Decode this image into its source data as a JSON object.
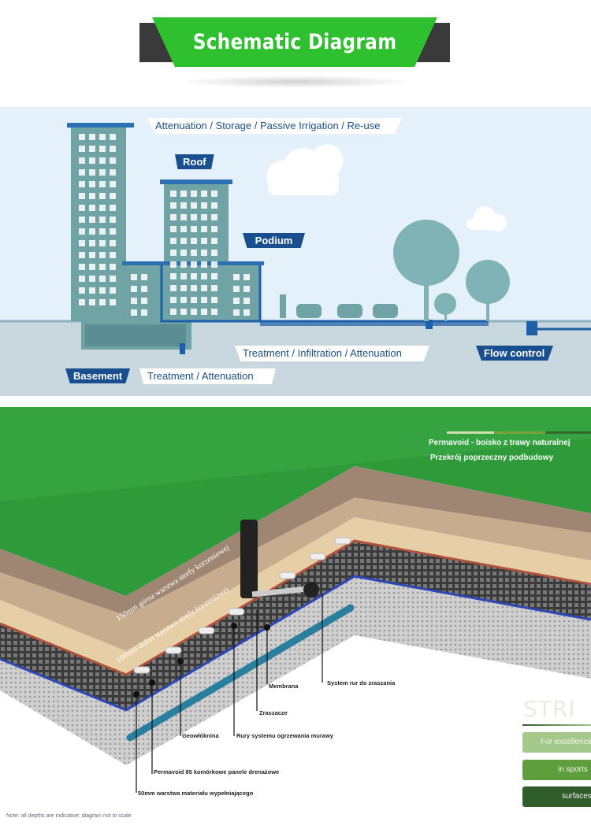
{
  "header": {
    "title": "Schematic Diagram"
  },
  "schematic": {
    "labels": {
      "attenuation_storage": "Attenuation / Storage / Passive Irrigation / Re-use",
      "roof": "Roof",
      "podium": "Podium",
      "treatment_infiltration": "Treatment / Infiltration / Attenuation",
      "flow_control": "Flow control",
      "basement": "Basement",
      "treatment_attenuation": "Treatment / Attenuation"
    },
    "colors": {
      "sky": "#e4f1fa",
      "ground": "#c9d7df",
      "building": "#6fa3a6",
      "label_blue": "#1a4f8f"
    }
  },
  "cross_section": {
    "title": "Permavoid - boisko z trawy naturalnej",
    "subtitle": "Przekrój poprzeczny podbudowy",
    "layer_labels": {
      "upper_root": "150mm górna warstwa strefy korzeniowej",
      "lower_root": "100mm dolna warstwa strefy korzeniowej"
    },
    "callouts": {
      "membrane": "Membrana",
      "irrigation_pipes": "System rur do zraszania",
      "sprinklers": "Zraszacze",
      "geotextile": "Geowłóknina",
      "heating_pipes": "Rury systemu ogrzewania murawy",
      "permavoid_panels": "Permavoid 85 komórkowe panele drenażowe",
      "fill_layer": "50mm warstwa materiału wypełniającego"
    },
    "note": "Note: all depths are indicative; diagram not to scale"
  },
  "stri": {
    "logo": "STRI",
    "strips": [
      "For excellence",
      "in sports",
      "surfaces"
    ],
    "colors": [
      "#a5c98a",
      "#5f9e3c",
      "#2f5e2a"
    ]
  }
}
